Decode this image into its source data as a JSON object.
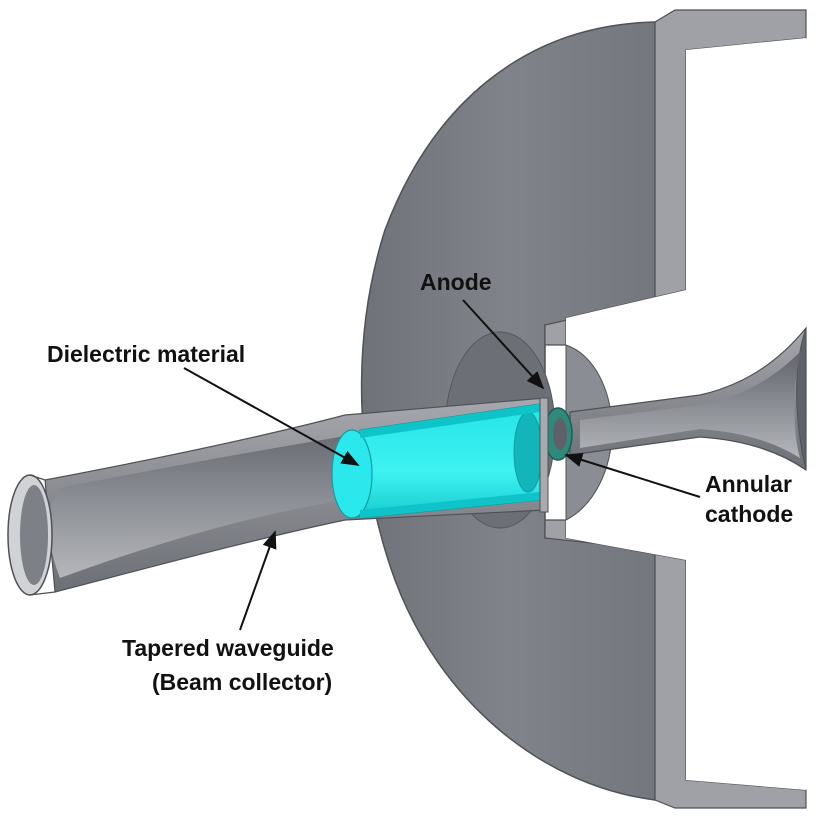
{
  "labels": {
    "anode": "Anode",
    "dielectric": "Dielectric material",
    "annular_1": "Annular",
    "annular_2": "cathode",
    "tapered_1": "Tapered waveguide",
    "tapered_2": "(Beam collector)"
  },
  "colors": {
    "metal": "#7d8087",
    "metal_light": "#9a9ca2",
    "metal_dark": "#5e6167",
    "dielectric": "#1ee6e6",
    "dielectric_shade": "#10b8bd",
    "cathode": "#2f8a7c",
    "arrow": "#111111",
    "background": "#ffffff"
  }
}
